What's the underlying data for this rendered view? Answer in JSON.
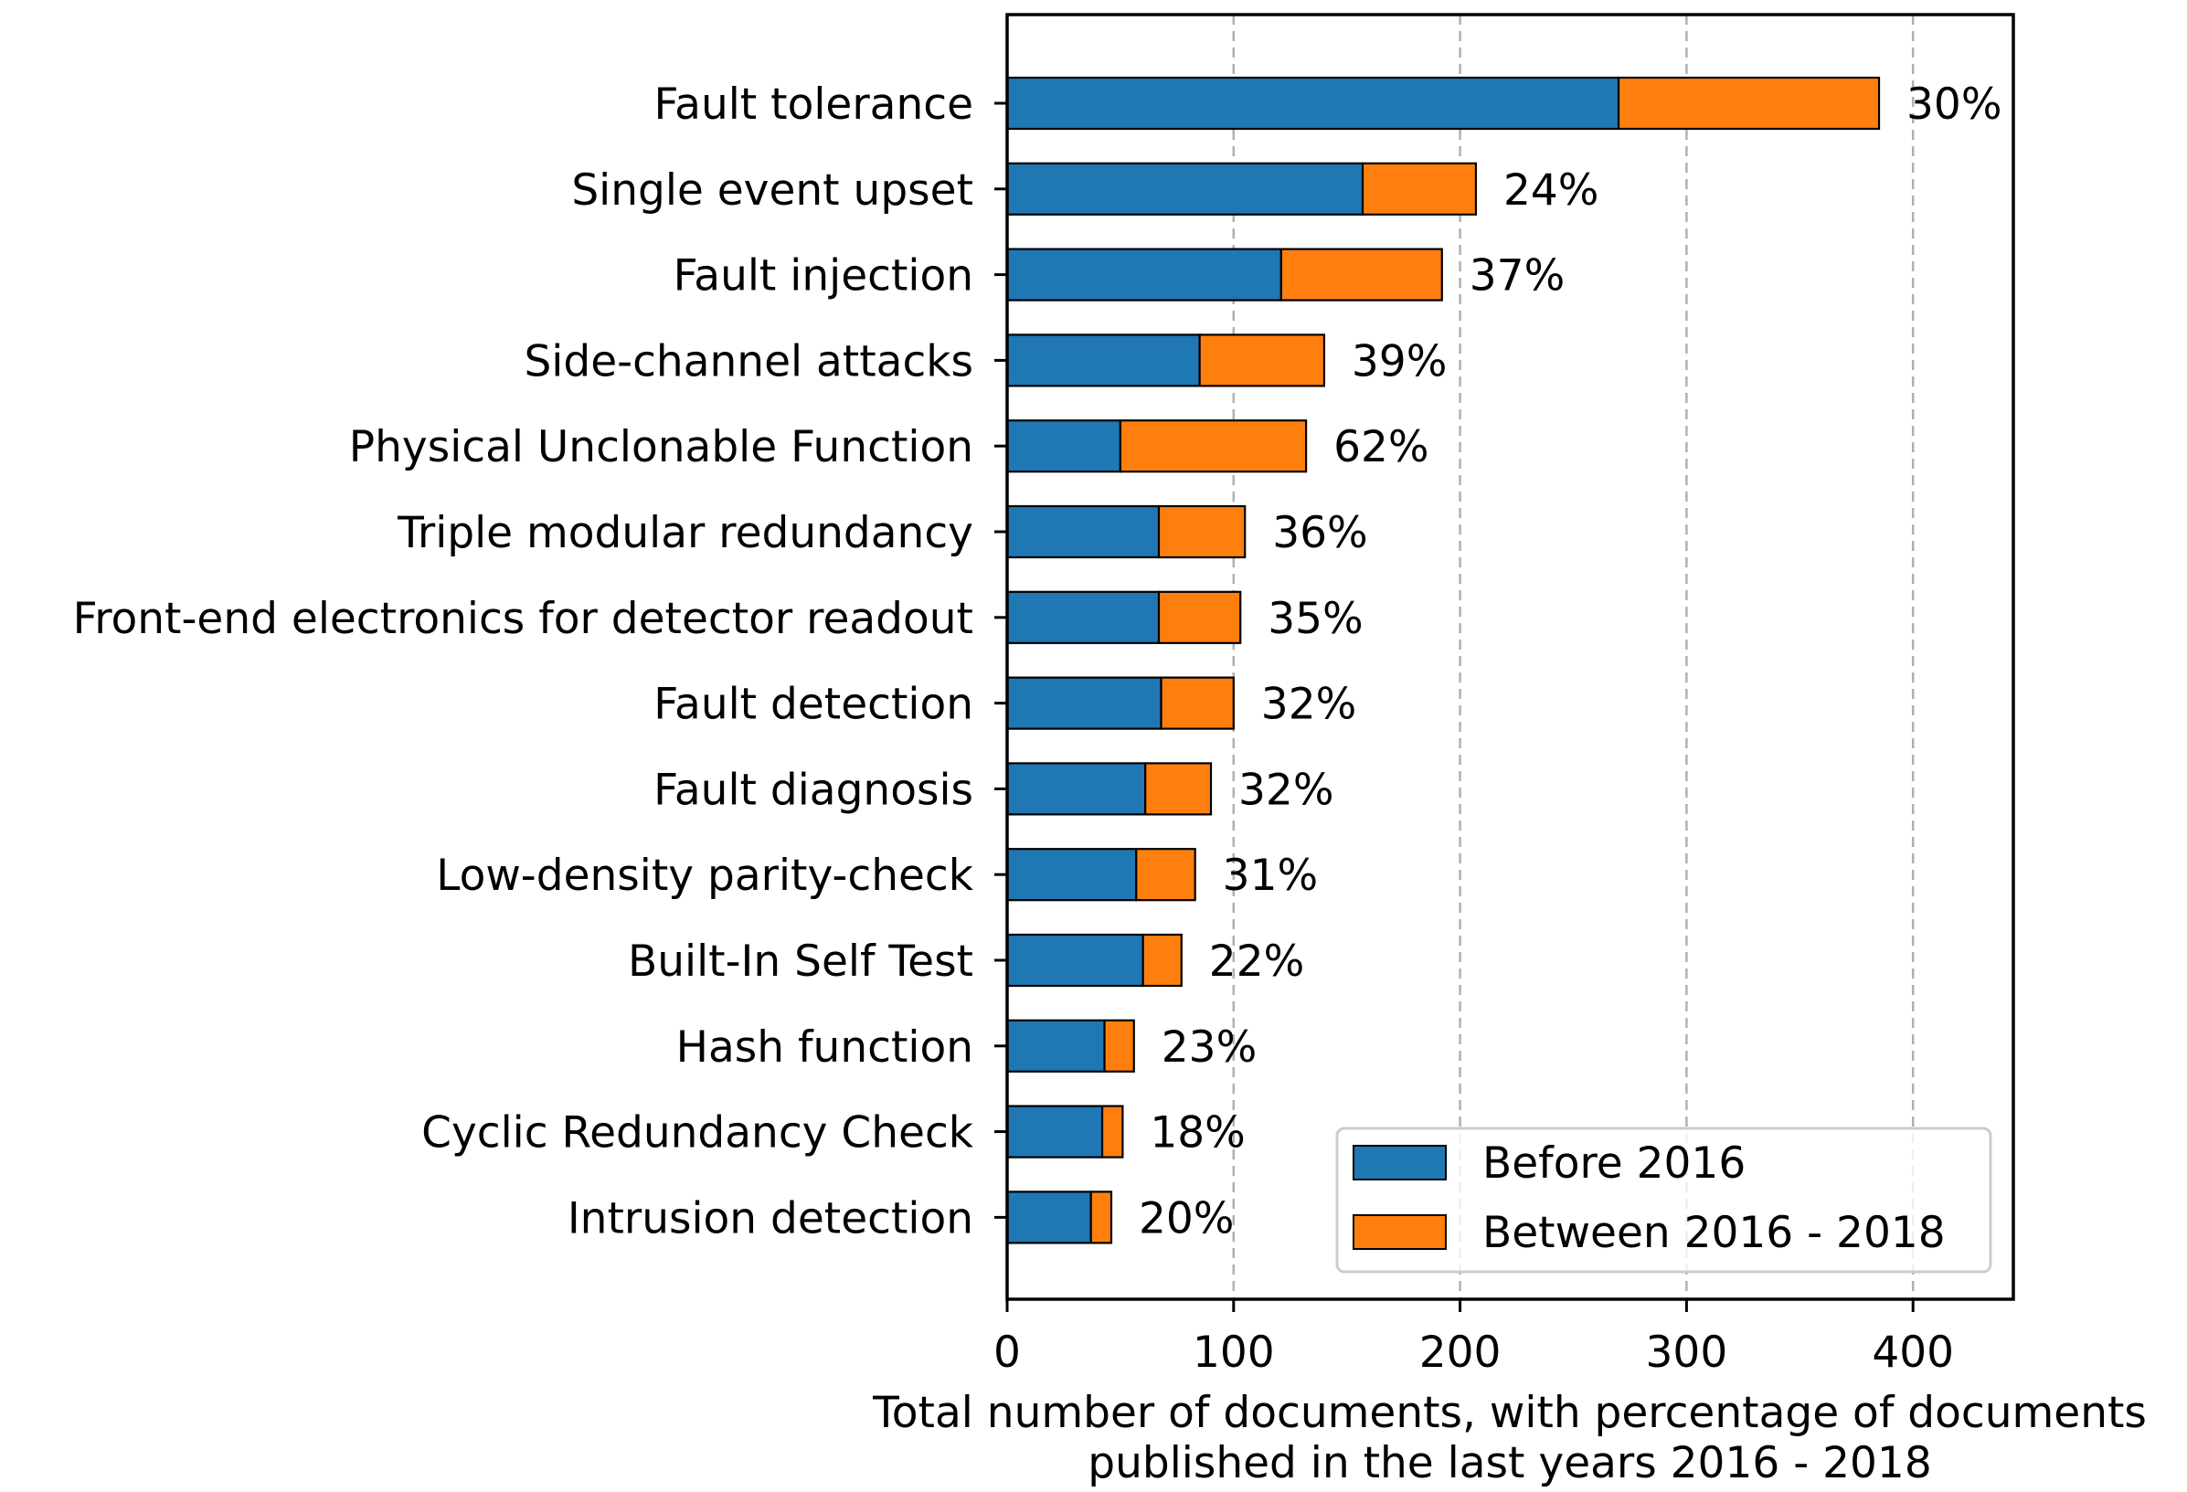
{
  "chart_data": {
    "type": "bar",
    "orientation": "horizontal",
    "stacked": true,
    "categories": [
      "Fault tolerance",
      "Single event upset",
      "Fault injection",
      "Side-channel attacks",
      "Physical Unclonable Function",
      "Triple modular redundancy",
      "Front-end electronics for detector readout",
      "Fault detection",
      "Fault diagnosis",
      "Low-density parity-check",
      "Built-In Self Test",
      "Hash function",
      "Cyclic Redundancy Check",
      "Intrusion detection"
    ],
    "series": [
      {
        "name": "Before 2016",
        "color": "#1f77b4",
        "values": [
          270,
          157,
          121,
          85,
          50,
          67,
          67,
          68,
          61,
          57,
          60,
          43,
          42,
          37
        ]
      },
      {
        "name": "Between 2016 - 2018",
        "color": "#ff7f0e",
        "values": [
          115,
          50,
          71,
          55,
          82,
          38,
          36,
          32,
          29,
          26,
          17,
          13,
          9,
          9
        ]
      }
    ],
    "data_labels": [
      "30%",
      "24%",
      "37%",
      "39%",
      "62%",
      "36%",
      "35%",
      "32%",
      "32%",
      "31%",
      "22%",
      "23%",
      "18%",
      "20%"
    ],
    "xlabel_lines": [
      "Total number of documents, with percentage of documents",
      "published in the last years 2016 - 2018"
    ],
    "ylabel": "",
    "x_ticks": [
      "0",
      "100",
      "200",
      "300",
      "400"
    ],
    "x_tick_values": [
      0,
      100,
      200,
      300,
      400
    ],
    "xlim": [
      0,
      445
    ],
    "grid": "x-axis dashed",
    "legend_position": "lower-right"
  }
}
